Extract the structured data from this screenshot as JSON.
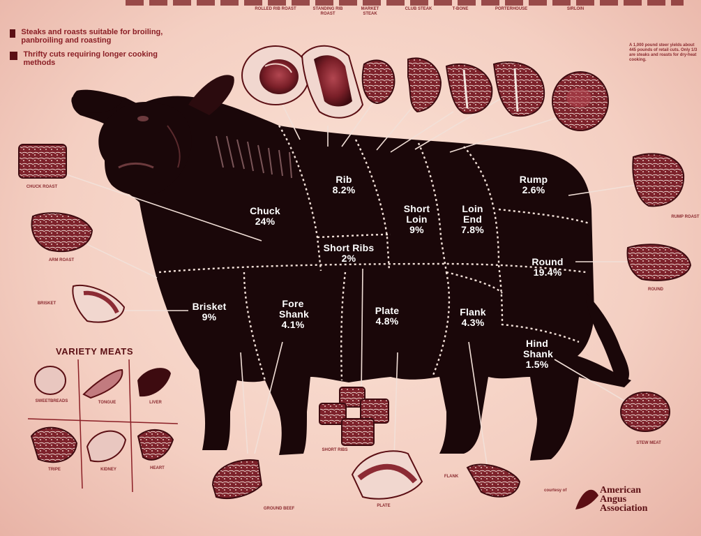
{
  "legend": {
    "items": [
      {
        "text": "Steaks and roasts suitable for broiling, panbroiling and roasting",
        "color": "#5b0f14"
      },
      {
        "text": "Thrifty cuts requiring longer cooking methods",
        "color": "#5b0f14"
      }
    ]
  },
  "cuts": {
    "chuck": {
      "name": "Chuck",
      "pct": "24%"
    },
    "rib": {
      "name": "Rib",
      "pct": "8.2%"
    },
    "short_loin": {
      "name": "Short Loin",
      "pct": "9%"
    },
    "loin_end": {
      "name": "Loin End",
      "pct": "7.8%"
    },
    "rump": {
      "name": "Rump",
      "pct": "2.6%"
    },
    "round": {
      "name": "Round",
      "pct": "19.4%"
    },
    "short_ribs": {
      "name": "Short Ribs",
      "pct": "2%"
    },
    "brisket": {
      "name": "Brisket",
      "pct": "9%"
    },
    "fore_shank": {
      "name": "Fore Shank",
      "pct": "4.1%"
    },
    "plate": {
      "name": "Plate",
      "pct": "4.8%"
    },
    "flank": {
      "name": "Flank",
      "pct": "4.3%"
    },
    "hind_shank": {
      "name": "Hind Shank",
      "pct": "1.5%"
    }
  },
  "top_labels": [
    "Rolled Rib Roast",
    "Standing Rib Roast",
    "Market Steak",
    "Club Steak",
    "T-Bone",
    "Porterhouse",
    "Sirloin"
  ],
  "left_labels": [
    "Chuck Roast",
    "Arm Roast",
    "Brisket"
  ],
  "right_labels": [
    "Rump Roast",
    "Round"
  ],
  "bottom_labels": [
    "Ground Beef",
    "Short Ribs",
    "Plate",
    "Flank",
    "Stew Meat"
  ],
  "variety_meats": {
    "title": "VARIETY MEATS",
    "items": [
      "Sweetbreads",
      "Tongue",
      "Liver",
      "Tripe",
      "Kidney",
      "Heart"
    ]
  },
  "side_note": "A 1,000 pound steer yields about 445 pounds of retail cuts. Only 1/3 are steaks and roasts for dry-heat cooking.",
  "logo": {
    "line1": "American",
    "line2": "Angus",
    "line3": "Association",
    "prefix": "courtesy of"
  },
  "colors": {
    "body": "#1a0709",
    "meat": "#8c2b34",
    "fat": "#f3e6df",
    "label": "#8a1e25"
  }
}
